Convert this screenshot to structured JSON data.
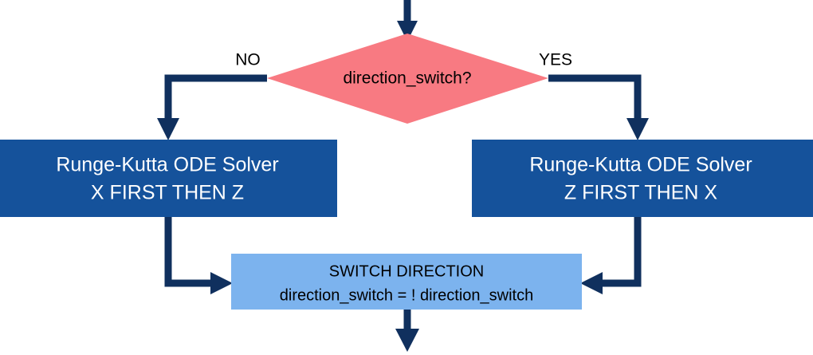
{
  "diagram": {
    "title": "direction switch flowchart",
    "colors": {
      "background": "#ffffff",
      "decision_fill": "#F87A82",
      "process_fill": "#15529B",
      "process_text": "#ffffff",
      "switch_fill": "#7CB3EE",
      "switch_text": "#000000",
      "connector": "#10305E",
      "label_text": "#000000"
    },
    "decision": {
      "label": "direction_switch?"
    },
    "branches": {
      "no_label": "NO",
      "yes_label": "YES"
    },
    "process_left": {
      "line1": "Runge-Kutta ODE Solver",
      "line2": "X FIRST THEN Z"
    },
    "process_right": {
      "line1": "Runge-Kutta ODE Solver",
      "line2": "Z FIRST THEN X"
    },
    "switch_box": {
      "line1": "SWITCH DIRECTION",
      "line2": "direction_switch = ! direction_switch"
    },
    "connectors": {
      "entry_arrow": "arrow-down-into-decision",
      "no_arrow": "arrow-down-into-left-process",
      "yes_arrow": "arrow-down-into-right-process",
      "left_merge_arrow": "arrow-right-into-switch-box",
      "right_merge_arrow": "arrow-left-into-switch-box",
      "exit_arrow": "arrow-down-out-of-switch-box"
    }
  }
}
